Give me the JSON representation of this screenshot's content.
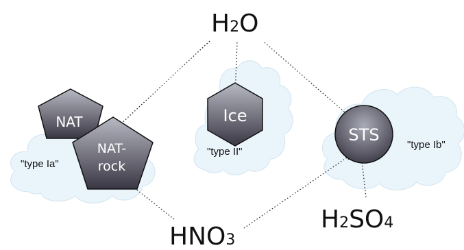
{
  "molecules": {
    "water": {
      "base": "H",
      "sub": "2",
      "tail": "O"
    },
    "nitric": {
      "base": "HNO",
      "sub": "3",
      "tail": ""
    },
    "sulfuric": {
      "base": "H",
      "sub": "2",
      "tail": "SO",
      "sub2": "4"
    }
  },
  "particles": {
    "nat": "NAT",
    "nat_rock_line1": "NAT-",
    "nat_rock_line2": "rock",
    "ice": "Ice",
    "sts": "STS"
  },
  "cloud_types": {
    "type_ia": "\"type Ia\"",
    "type_ii": "\"type II\"",
    "type_ib": "\"type Ib\""
  },
  "colors": {
    "cloud_fill": "#eaf4fb",
    "cloud_stroke": "#d2e4f0",
    "shape_dark": "#3d3a47",
    "shape_light": "#aeb0bb",
    "dotted_line": "#222222"
  }
}
